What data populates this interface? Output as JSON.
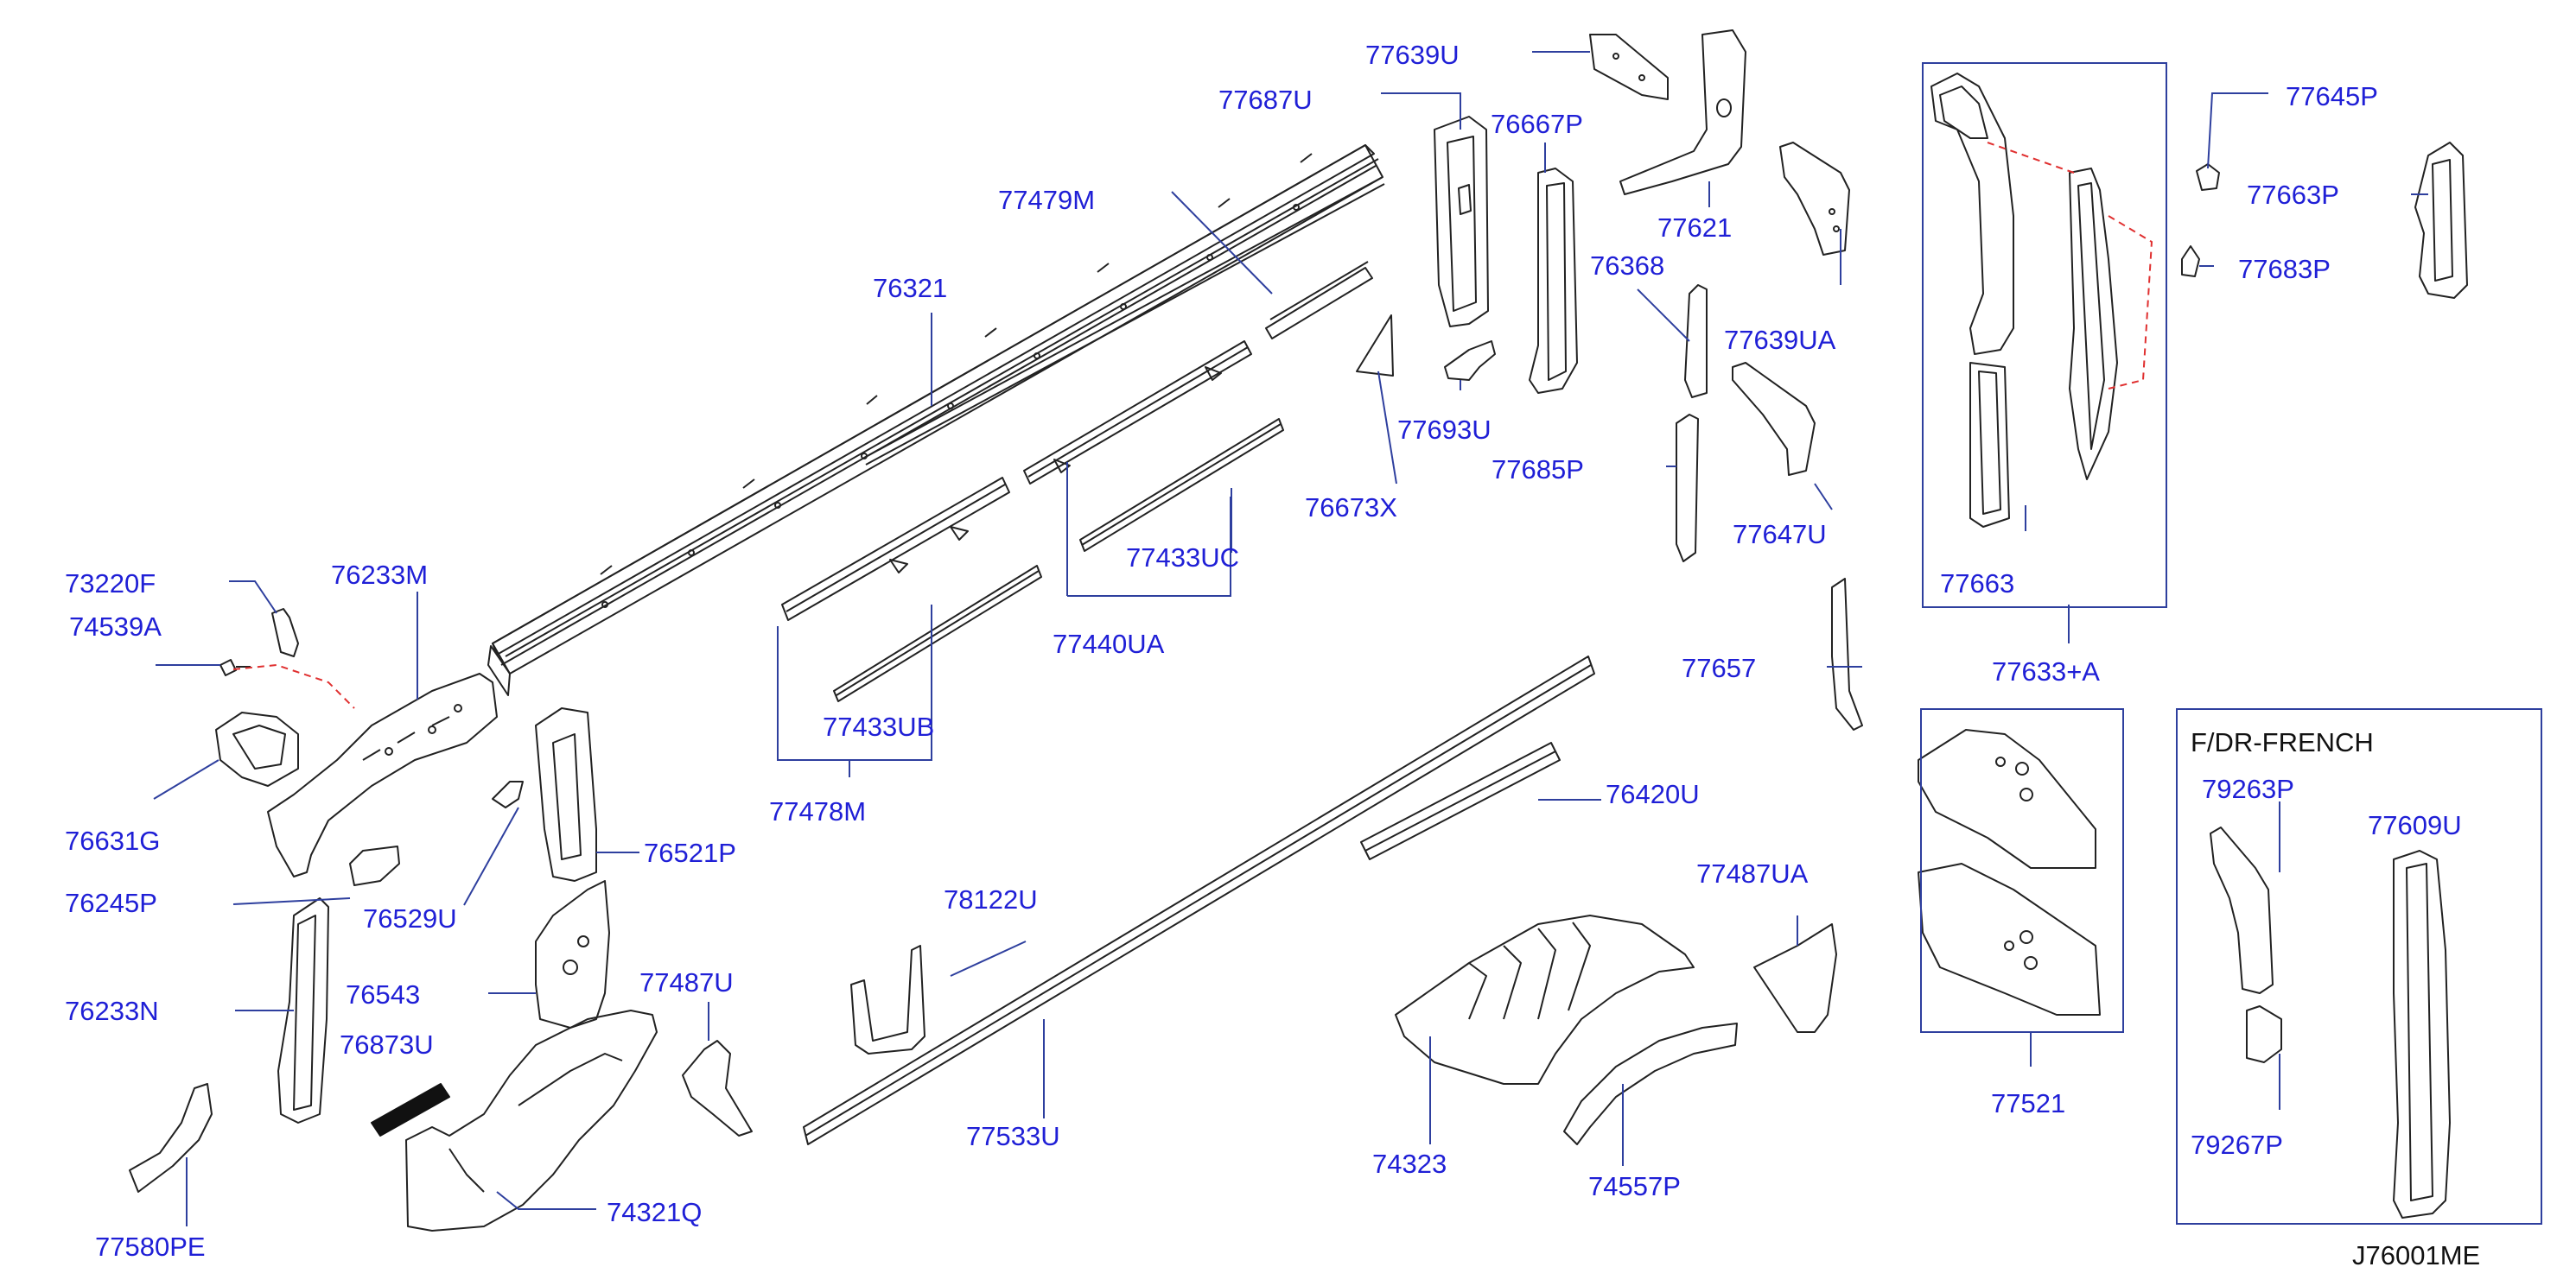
{
  "diagram_id": "J76001ME",
  "inset_title": "F/DR-FRENCH",
  "label_color": "#1f1fd6",
  "line_color": "#2e3f9e",
  "part_color": "#222222",
  "dash_color": "#e03030",
  "labels": {
    "p77639U": "77639U",
    "p77687U": "77687U",
    "p77479M": "77479M",
    "p76321": "76321",
    "p76667P": "76667P",
    "p77621": "77621",
    "p76368": "76368",
    "p77639UA": "77639UA",
    "p77693U": "77693U",
    "p76673X": "76673X",
    "p77685P": "77685P",
    "p77647U": "77647U",
    "p77645P": "77645P",
    "p77663P": "77663P",
    "p77683P": "77683P",
    "p77663": "77663",
    "p77633A": "77633+A",
    "p73220F": "73220F",
    "p74539A": "74539A",
    "p76233M": "76233M",
    "p77433UC": "77433UC",
    "p77440UA": "77440UA",
    "p77433UB": "77433UB",
    "p77478M": "77478M",
    "p76631G": "76631G",
    "p76245P": "76245P",
    "p76529U": "76529U",
    "p76521P": "76521P",
    "p77657": "77657",
    "p76420U": "76420U",
    "p77487UA": "77487UA",
    "p78122U": "78122U",
    "p76233N": "76233N",
    "p76543": "76543",
    "p77487U": "77487U",
    "p76873U": "76873U",
    "p77533U": "77533U",
    "p74323": "74323",
    "p74557P": "74557P",
    "p77521": "77521",
    "p79263P": "79263P",
    "p77609U": "77609U",
    "p79267P": "79267P",
    "p77580PE": "77580PE",
    "p74321Q": "74321Q"
  }
}
